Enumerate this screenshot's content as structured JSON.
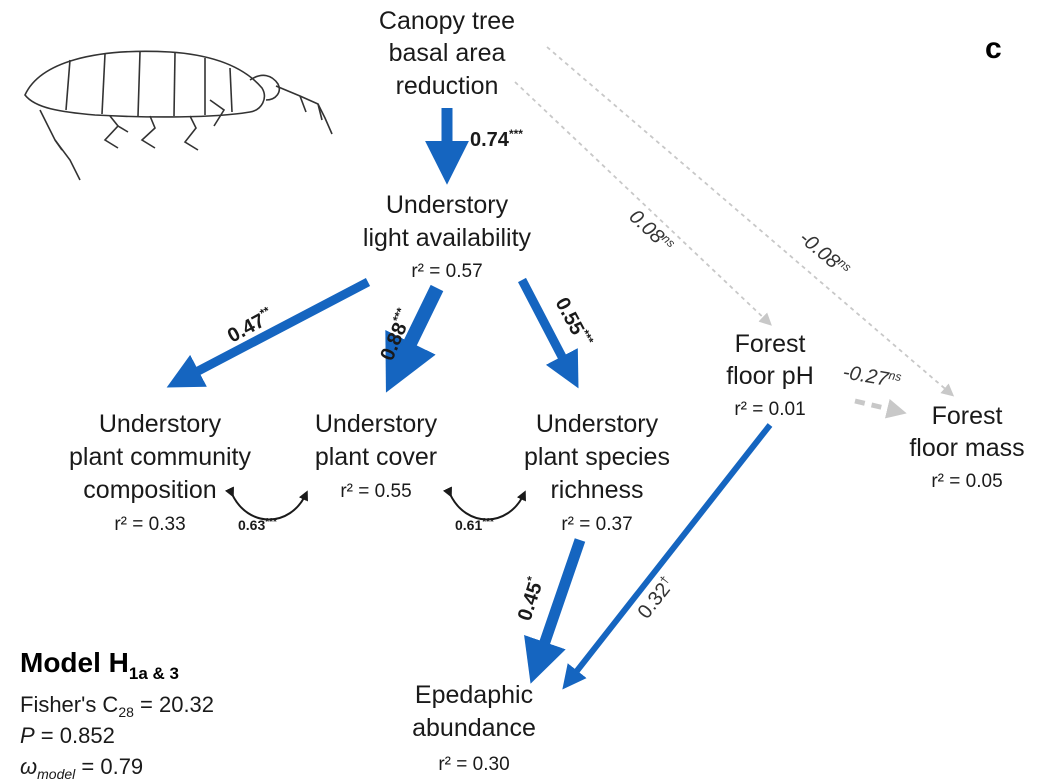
{
  "panel_letter": "c",
  "nodes": {
    "canopy": {
      "line1": "Canopy tree",
      "line2": "basal area",
      "line3": "reduction"
    },
    "light": {
      "line1": "Understory",
      "line2": "light availability",
      "r2": "r² = 0.57"
    },
    "composition": {
      "line1": "Understory",
      "line2": "plant community",
      "line3": "composition",
      "r2": "r² = 0.33"
    },
    "cover": {
      "line1": "Understory",
      "line2": "plant cover",
      "r2": "r² = 0.55"
    },
    "richness": {
      "line1": "Understory",
      "line2": "plant species",
      "line3": "richness",
      "r2": "r² = 0.37"
    },
    "ph": {
      "line1": "Forest",
      "line2": "floor pH",
      "r2": "r² = 0.01"
    },
    "mass": {
      "line1": "Forest",
      "line2": "floor mass",
      "r2": "r² = 0.05"
    },
    "epedaphic": {
      "line1": "Epedaphic",
      "line2": "abundance",
      "r2": "r² = 0.30"
    }
  },
  "paths": {
    "canopy_light": {
      "value": "0.74",
      "sig": "***"
    },
    "light_composition": {
      "value": "0.47",
      "sig": "**"
    },
    "light_cover": {
      "value": "0.88",
      "sig": "***"
    },
    "light_richness": {
      "value": "0.55",
      "sig": "***"
    },
    "canopy_ph": {
      "value": "0.08",
      "sig": "ns"
    },
    "canopy_mass": {
      "value": "-0.08",
      "sig": "ns"
    },
    "ph_mass": {
      "value": "-0.27",
      "sig": "ns"
    },
    "richness_epedaphic": {
      "value": "0.45",
      "sig": "*"
    },
    "ph_epedaphic": {
      "value": "0.32",
      "sig": "†"
    }
  },
  "correlations": {
    "composition_cover": {
      "value": "0.63",
      "sig": "***"
    },
    "cover_richness": {
      "value": "0.61",
      "sig": "***"
    }
  },
  "model": {
    "title_main": "Model H",
    "title_sub": "1a & 3",
    "fisher_prefix": "Fisher's C",
    "fisher_sub": "28",
    "fisher_value": " = 20.32",
    "p_symbol": "P",
    "p_value": " = 0.852",
    "omega_symbol": "ω",
    "omega_sub": "model",
    "omega_value": " = 0.79"
  },
  "colors": {
    "significant_path": "#1565c0",
    "nonsignificant_path": "#c8c8c8",
    "text": "#1a1a1a"
  }
}
